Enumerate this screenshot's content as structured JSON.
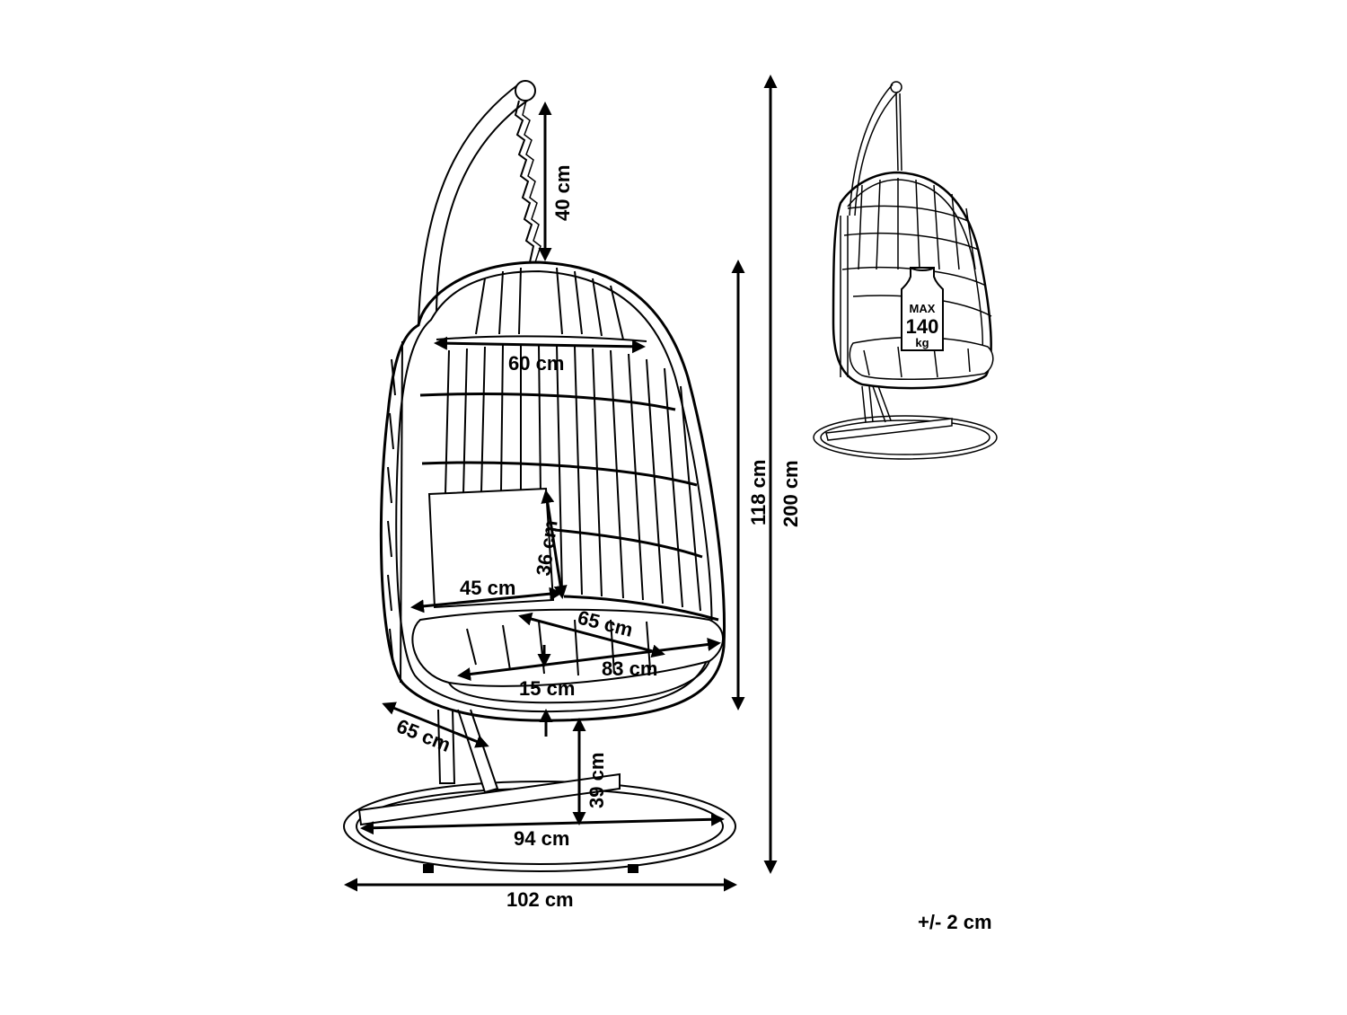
{
  "dimensions": {
    "chain_length": "40 cm",
    "basket_width": "60 cm",
    "basket_height": "118 cm",
    "total_height": "200 cm",
    "backrest_height": "36 cm",
    "seat_width": "45 cm",
    "seat_depth": "65 cm",
    "cushion_width": "83 cm",
    "cushion_thickness": "15 cm",
    "basket_depth": "65 cm",
    "seat_height": "39 cm",
    "base_inner_diameter": "94 cm",
    "base_outer_diameter": "102 cm"
  },
  "max_load": {
    "line1": "MAX",
    "line2": "140",
    "line3": "kg"
  },
  "tolerance": "+/- 2 cm",
  "colors": {
    "line": "#000000",
    "background": "#ffffff"
  }
}
